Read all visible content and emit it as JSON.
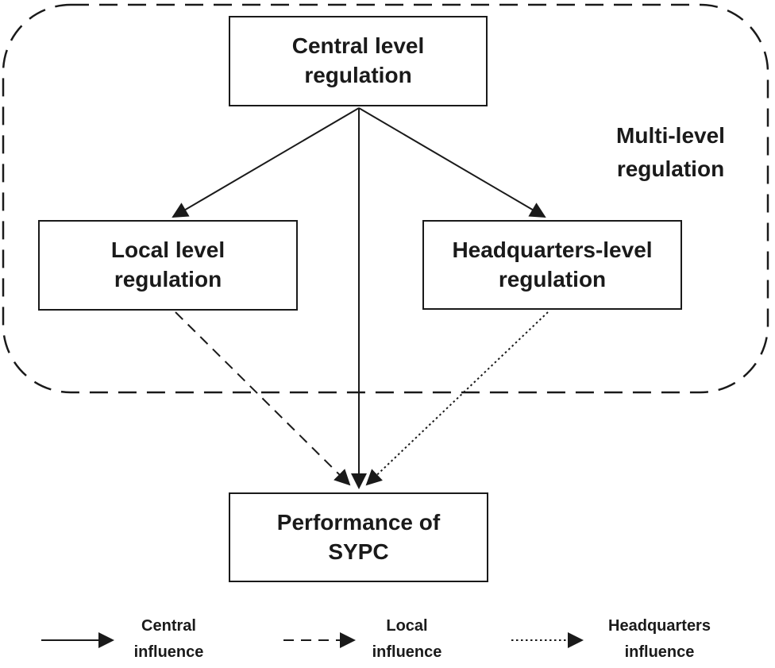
{
  "boxes": {
    "central": "Central level\nregulation",
    "local": "Local level\nregulation",
    "headquarters": "Headquarters-level\nregulation",
    "performance": "Performance of\nSYPC"
  },
  "region_label": "Multi-level\nregulation",
  "edges": [
    {
      "from": "central",
      "to": "local",
      "style": "solid"
    },
    {
      "from": "central",
      "to": "headquarters",
      "style": "solid"
    },
    {
      "from": "central",
      "to": "performance",
      "style": "solid"
    },
    {
      "from": "local",
      "to": "performance",
      "style": "dashed"
    },
    {
      "from": "headquarters",
      "to": "performance",
      "style": "dotted"
    }
  ],
  "legend": {
    "central": {
      "style": "solid",
      "label": "Central\ninfluence"
    },
    "local": {
      "style": "dashed",
      "label": "Local\ninfluence"
    },
    "headquarters": {
      "style": "dotted",
      "label": "Headquarters\ninfluence"
    }
  },
  "colors": {
    "line": "#1a1a1a",
    "background": "#ffffff"
  }
}
